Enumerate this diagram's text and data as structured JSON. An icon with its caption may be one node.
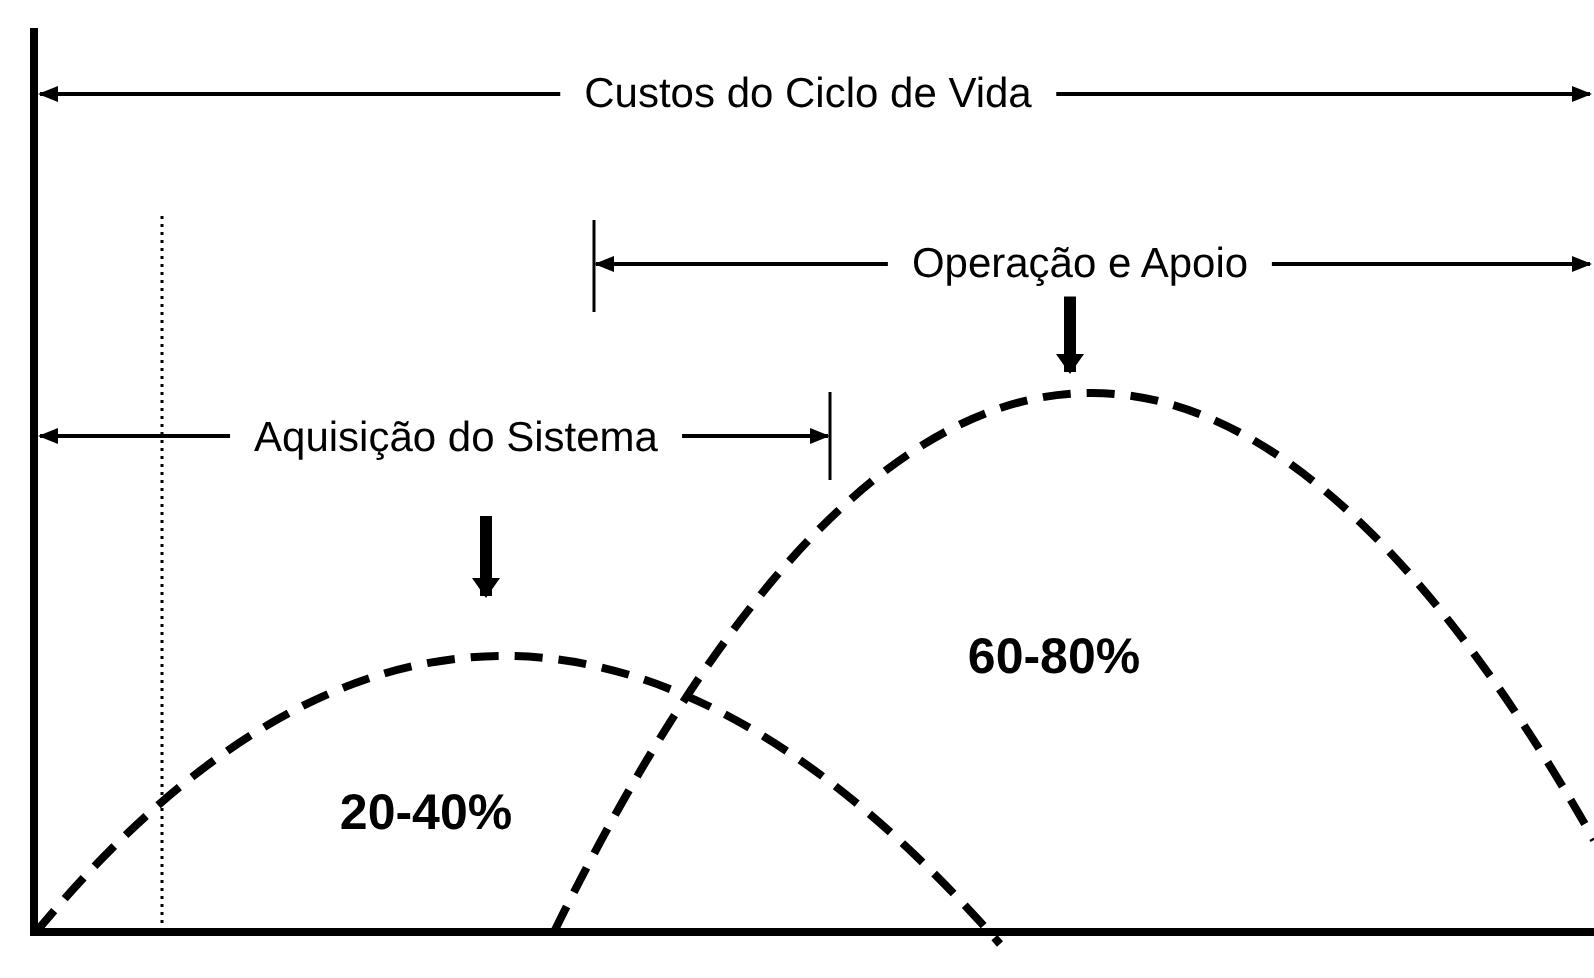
{
  "diagram": {
    "labels": [
      "Custos do Ciclo de Vida",
      "Operação e Apoio",
      "Aquisição do Sistema",
      "60-80%",
      "20-40%"
    ]
  }
}
